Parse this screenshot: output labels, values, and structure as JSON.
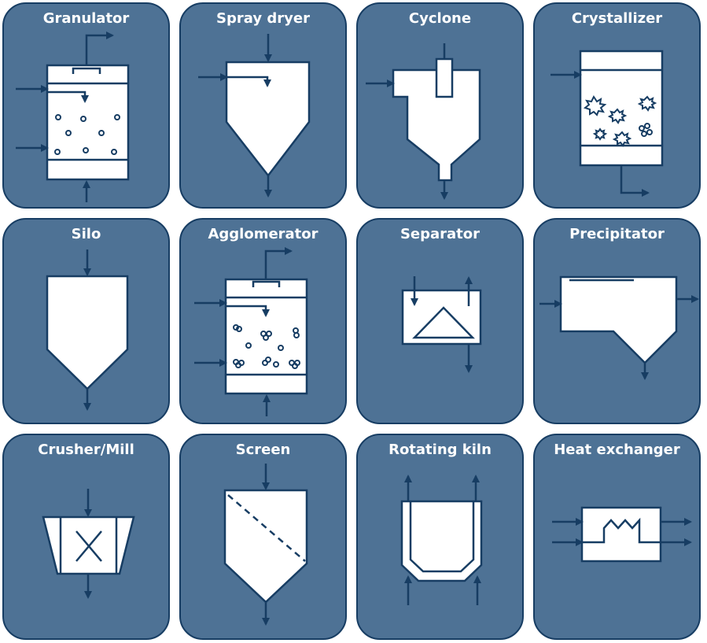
{
  "tiles": [
    {
      "label": "Granulator",
      "icon": "granulator-icon"
    },
    {
      "label": "Spray dryer",
      "icon": "spray-dryer-icon"
    },
    {
      "label": "Cyclone",
      "icon": "cyclone-icon"
    },
    {
      "label": "Crystallizer",
      "icon": "crystallizer-icon"
    },
    {
      "label": "Silo",
      "icon": "silo-icon"
    },
    {
      "label": "Agglomerator",
      "icon": "agglomerator-icon"
    },
    {
      "label": "Separator",
      "icon": "separator-icon"
    },
    {
      "label": "Precipitator",
      "icon": "precipitator-icon"
    },
    {
      "label": "Crusher/Mill",
      "icon": "crusher-mill-icon"
    },
    {
      "label": "Screen",
      "icon": "screen-icon"
    },
    {
      "label": "Rotating kiln",
      "icon": "rotating-kiln-icon"
    },
    {
      "label": "Heat exchanger",
      "icon": "heat-exchanger-icon"
    }
  ],
  "colors": {
    "tile": "#4e7295",
    "outline": "#173d63",
    "equipment": "#ffffff",
    "label": "#ffffff"
  }
}
